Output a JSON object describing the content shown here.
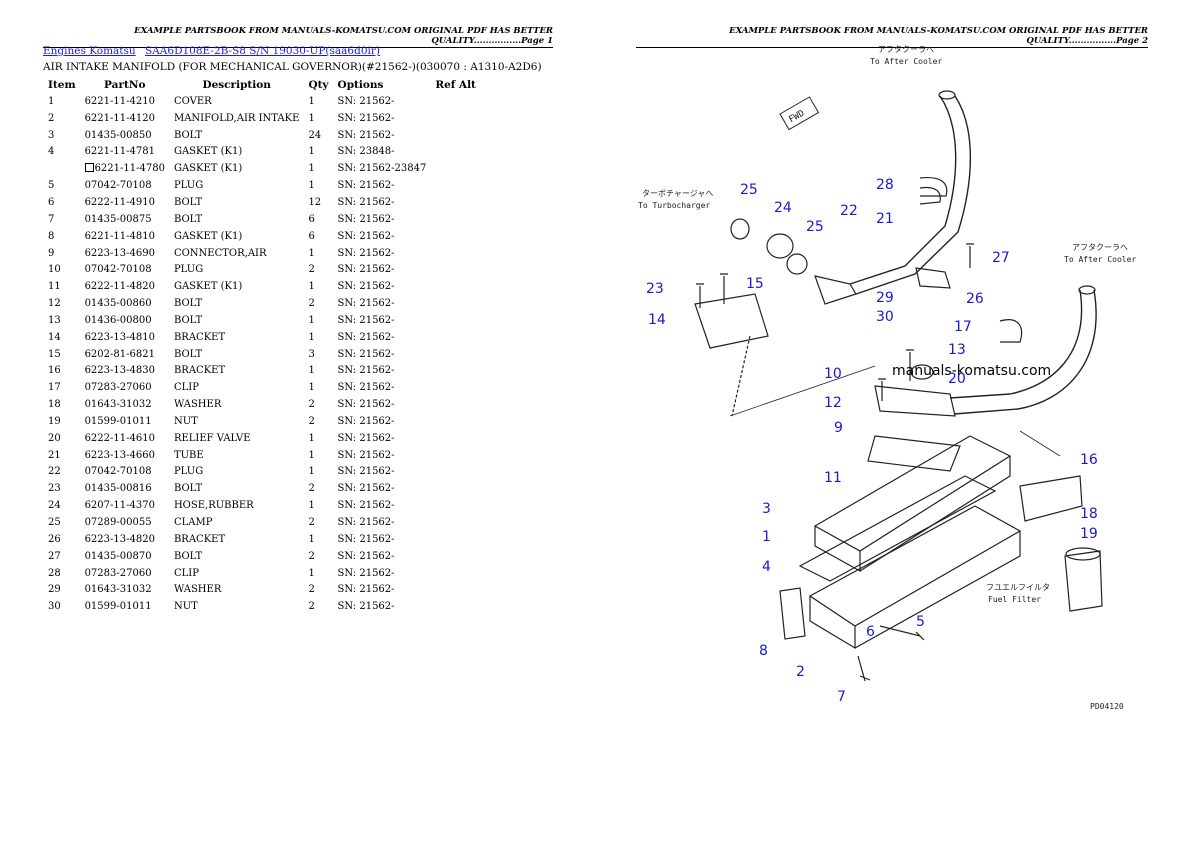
{
  "header": {
    "left": "EXAMPLE PARTSBOOK FROM MANUALS-KOMATSU.COM ORIGINAL PDF HAS BETTER QUALITY................Page 1",
    "right": "EXAMPLE PARTSBOOK FROM MANUALS-KOMATSU.COM ORIGINAL PDF HAS BETTER QUALITY................Page 2"
  },
  "breadcrumb": {
    "engines": "Engines Komatsu",
    "model": "SAA6D108E-2B-S8 S/N 19030-UP(saa6d0ir)"
  },
  "subtitle": "AIR INTAKE MANIFOLD (FOR MECHANICAL GOVERNOR)(#21562-)(030070 : A1310-A2D6)",
  "table": {
    "headers": [
      "Item",
      "PartNo",
      "Description",
      "Qty",
      "Options",
      "Ref Alt"
    ],
    "rows": [
      {
        "item": "1",
        "part": "6221-11-4210",
        "desc": "COVER",
        "qty": "1",
        "opt": "SN: 21562-"
      },
      {
        "item": "2",
        "part": "6221-11-4120",
        "desc": "MANIFOLD,AIR INTAKE",
        "qty": "1",
        "opt": "SN: 21562-"
      },
      {
        "item": "3",
        "part": "01435-00850",
        "desc": "BOLT",
        "qty": "24",
        "opt": "SN: 21562-"
      },
      {
        "item": "4",
        "part": "6221-11-4781",
        "desc": "GASKET (K1)",
        "qty": "1",
        "opt": "SN: 23848-"
      },
      {
        "item": "",
        "part": "6221-11-4780",
        "desc": "GASKET (K1)",
        "qty": "1",
        "opt": "SN: 21562-23847",
        "alt": true
      },
      {
        "item": "5",
        "part": "07042-70108",
        "desc": "PLUG",
        "qty": "1",
        "opt": "SN: 21562-"
      },
      {
        "item": "6",
        "part": "6222-11-4910",
        "desc": "BOLT",
        "qty": "12",
        "opt": "SN: 21562-"
      },
      {
        "item": "7",
        "part": "01435-00875",
        "desc": "BOLT",
        "qty": "6",
        "opt": "SN: 21562-"
      },
      {
        "item": "8",
        "part": "6221-11-4810",
        "desc": "GASKET (K1)",
        "qty": "6",
        "opt": "SN: 21562-"
      },
      {
        "item": "9",
        "part": "6223-13-4690",
        "desc": "CONNECTOR,AIR",
        "qty": "1",
        "opt": "SN: 21562-"
      },
      {
        "item": "10",
        "part": "07042-70108",
        "desc": "PLUG",
        "qty": "2",
        "opt": "SN: 21562-"
      },
      {
        "item": "11",
        "part": "6222-11-4820",
        "desc": "GASKET (K1)",
        "qty": "1",
        "opt": "SN: 21562-"
      },
      {
        "item": "12",
        "part": "01435-00860",
        "desc": "BOLT",
        "qty": "2",
        "opt": "SN: 21562-"
      },
      {
        "item": "13",
        "part": "01436-00800",
        "desc": "BOLT",
        "qty": "1",
        "opt": "SN: 21562-"
      },
      {
        "item": "14",
        "part": "6223-13-4810",
        "desc": "BRACKET",
        "qty": "1",
        "opt": "SN: 21562-"
      },
      {
        "item": "15",
        "part": "6202-81-6821",
        "desc": "BOLT",
        "qty": "3",
        "opt": "SN: 21562-"
      },
      {
        "item": "16",
        "part": "6223-13-4830",
        "desc": "BRACKET",
        "qty": "1",
        "opt": "SN: 21562-"
      },
      {
        "item": "17",
        "part": "07283-27060",
        "desc": "CLIP",
        "qty": "1",
        "opt": "SN: 21562-"
      },
      {
        "item": "18",
        "part": "01643-31032",
        "desc": "WASHER",
        "qty": "2",
        "opt": "SN: 21562-"
      },
      {
        "item": "19",
        "part": "01599-01011",
        "desc": "NUT",
        "qty": "2",
        "opt": "SN: 21562-"
      },
      {
        "item": "20",
        "part": "6222-11-4610",
        "desc": "RELIEF VALVE",
        "qty": "1",
        "opt": "SN: 21562-"
      },
      {
        "item": "21",
        "part": "6223-13-4660",
        "desc": "TUBE",
        "qty": "1",
        "opt": "SN: 21562-"
      },
      {
        "item": "22",
        "part": "07042-70108",
        "desc": "PLUG",
        "qty": "1",
        "opt": "SN: 21562-"
      },
      {
        "item": "23",
        "part": "01435-00816",
        "desc": "BOLT",
        "qty": "2",
        "opt": "SN: 21562-"
      },
      {
        "item": "24",
        "part": "6207-11-4370",
        "desc": "HOSE,RUBBER",
        "qty": "1",
        "opt": "SN: 21562-"
      },
      {
        "item": "25",
        "part": "07289-00055",
        "desc": "CLAMP",
        "qty": "2",
        "opt": "SN: 21562-"
      },
      {
        "item": "26",
        "part": "6223-13-4820",
        "desc": "BRACKET",
        "qty": "1",
        "opt": "SN: 21562-"
      },
      {
        "item": "27",
        "part": "01435-00870",
        "desc": "BOLT",
        "qty": "2",
        "opt": "SN: 21562-"
      },
      {
        "item": "28",
        "part": "07283-27060",
        "desc": "CLIP",
        "qty": "1",
        "opt": "SN: 21562-"
      },
      {
        "item": "29",
        "part": "01643-31032",
        "desc": "WASHER",
        "qty": "2",
        "opt": "SN: 21562-"
      },
      {
        "item": "30",
        "part": "01599-01011",
        "desc": "NUT",
        "qty": "2",
        "opt": "SN: 21562-"
      }
    ]
  },
  "diagram": {
    "top_jp": "アフタクーラへ",
    "top_en": "To After Cooler",
    "turbo_jp": "ターボチャージャへ",
    "turbo_en": "To Turbocharger",
    "right_jp": "アフタクーラへ",
    "right_en": "To After Cooler",
    "filter_jp": "フユエルフイルタ",
    "filter_en": "Fuel Filter",
    "fwd": "FWD",
    "watermark": "manuals-komatsu.com",
    "figure_code": "PD04120",
    "callouts": [
      "1",
      "2",
      "3",
      "4",
      "5",
      "6",
      "7",
      "8",
      "9",
      "10",
      "11",
      "12",
      "13",
      "14",
      "15",
      "16",
      "17",
      "18",
      "19",
      "20",
      "21",
      "22",
      "23",
      "24",
      "25",
      "25",
      "26",
      "27",
      "28",
      "29",
      "30"
    ]
  }
}
